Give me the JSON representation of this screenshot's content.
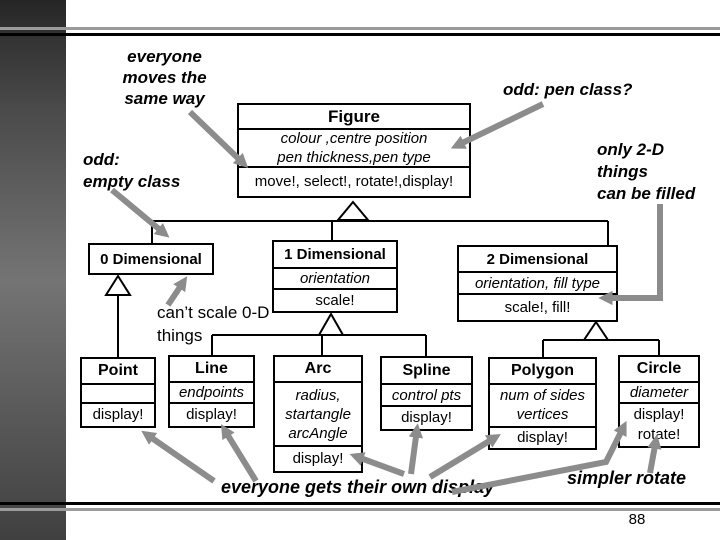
{
  "page": {
    "number": "88"
  },
  "colors": {
    "arrow": "#8c8c8c",
    "line": "#000000",
    "rule_gray": "#9a9a9a"
  },
  "annotations": {
    "everyone_moves": {
      "lines": [
        "everyone",
        "moves the",
        "same way"
      ]
    },
    "odd_empty": {
      "lines": [
        "odd:",
        "empty class"
      ]
    },
    "odd_pen": {
      "text": "odd: pen class?"
    },
    "only_2d": {
      "lines": [
        "only 2-D",
        "things",
        "can be filled"
      ]
    },
    "cant_scale": {
      "lines": [
        "can’t scale 0-D",
        "things"
      ]
    },
    "everyone_display": {
      "text": "everyone gets their own display"
    },
    "simpler_rotate": {
      "text": "simpler rotate"
    }
  },
  "classes": {
    "figure": {
      "name": "Figure",
      "attributes": [
        "colour ,centre position",
        "pen thickness,pen type"
      ],
      "operations": [
        "move!, select!, rotate!,display!"
      ]
    },
    "dim0": {
      "name": "0 Dimensional",
      "attributes": [],
      "operations": []
    },
    "dim1": {
      "name": "1 Dimensional",
      "attributes": [
        "orientation"
      ],
      "operations": [
        "scale!"
      ]
    },
    "dim2": {
      "name": "2 Dimensional",
      "attributes": [
        "orientation, fill type"
      ],
      "operations": [
        "scale!, fill!"
      ]
    },
    "point": {
      "name": "Point",
      "attributes": [
        ""
      ],
      "operations": [
        "display!"
      ]
    },
    "line": {
      "name": "Line",
      "attributes": [
        "endpoints"
      ],
      "operations": [
        "display!"
      ]
    },
    "arc": {
      "name": "Arc",
      "attributes": [
        "radius,",
        "startangle",
        "arcAngle"
      ],
      "operations": [
        "display!"
      ]
    },
    "spline": {
      "name": "Spline",
      "attributes": [
        "control pts"
      ],
      "operations": [
        "display!"
      ]
    },
    "polygon": {
      "name": "Polygon",
      "attributes": [
        "num of sides",
        "vertices"
      ],
      "operations": [
        "display!"
      ]
    },
    "circle": {
      "name": "Circle",
      "attributes": [
        "diameter"
      ],
      "operations": [
        "display!",
        "rotate!"
      ]
    }
  }
}
